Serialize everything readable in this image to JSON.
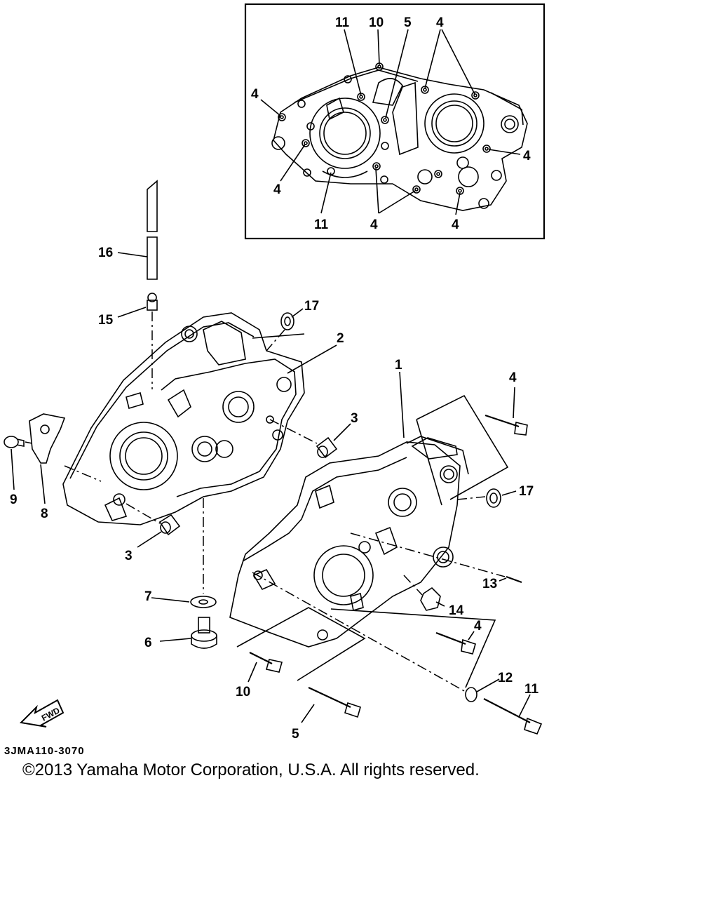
{
  "inset": {
    "callouts": [
      {
        "id": "inset-11-top",
        "text": "11"
      },
      {
        "id": "inset-10",
        "text": "10"
      },
      {
        "id": "inset-5",
        "text": "5"
      },
      {
        "id": "inset-4-topright",
        "text": "4"
      },
      {
        "id": "inset-4-left",
        "text": "4"
      },
      {
        "id": "inset-4-right",
        "text": "4"
      },
      {
        "id": "inset-4-lowleft",
        "text": "4"
      },
      {
        "id": "inset-11-bottom",
        "text": "11"
      },
      {
        "id": "inset-4-bottom",
        "text": "4"
      },
      {
        "id": "inset-4-bottomright",
        "text": "4"
      }
    ]
  },
  "parts": [
    {
      "id": "p1",
      "text": "1"
    },
    {
      "id": "p2",
      "text": "2"
    },
    {
      "id": "p3a",
      "text": "3"
    },
    {
      "id": "p3b",
      "text": "3"
    },
    {
      "id": "p4a",
      "text": "4"
    },
    {
      "id": "p4b",
      "text": "4"
    },
    {
      "id": "p5",
      "text": "5"
    },
    {
      "id": "p6",
      "text": "6"
    },
    {
      "id": "p7",
      "text": "7"
    },
    {
      "id": "p8",
      "text": "8"
    },
    {
      "id": "p9",
      "text": "9"
    },
    {
      "id": "p10",
      "text": "10"
    },
    {
      "id": "p11",
      "text": "11"
    },
    {
      "id": "p12",
      "text": "12"
    },
    {
      "id": "p13",
      "text": "13"
    },
    {
      "id": "p14",
      "text": "14"
    },
    {
      "id": "p15",
      "text": "15"
    },
    {
      "id": "p16",
      "text": "16"
    },
    {
      "id": "p17a",
      "text": "17"
    },
    {
      "id": "p17b",
      "text": "17"
    }
  ],
  "fwd_label": "FWD",
  "diagram_code": "3JMA110-3070",
  "copyright": "©2013 Yamaha Motor Corporation, U.S.A. All rights reserved."
}
